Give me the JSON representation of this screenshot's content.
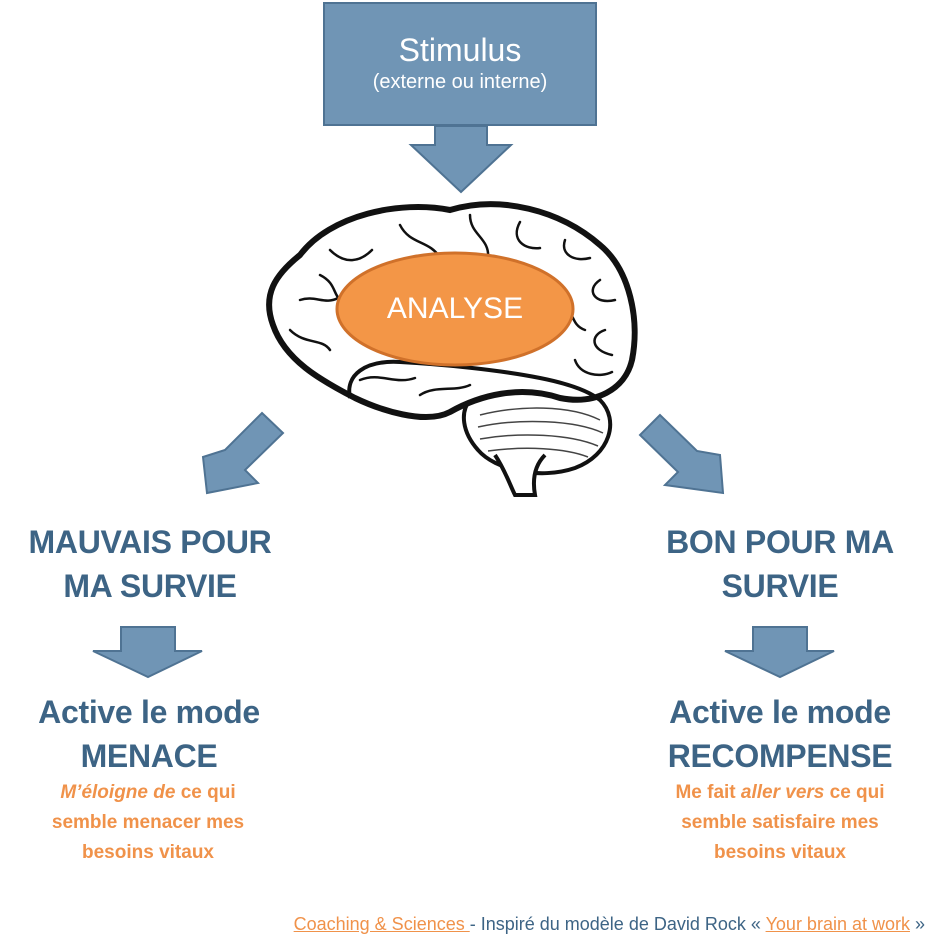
{
  "stimulus": {
    "title": "Stimulus",
    "subtitle": "(externe ou interne)"
  },
  "brain": {
    "label": "ANALYSE"
  },
  "left": {
    "heading_line1": "MAUVAIS POUR",
    "heading_line2": "MA SURVIE",
    "mode_line1": "Active le mode",
    "mode_line2": "MENACE",
    "desc_em": "M’éloigne de",
    "desc_rest1": " ce qui",
    "desc_line2": "semble menacer mes",
    "desc_line3": "besoins vitaux"
  },
  "right": {
    "heading_line1": "BON POUR MA",
    "heading_line2": "SURVIE",
    "mode_line1": "Active le mode",
    "mode_line2": "RECOMPENSE",
    "desc_pre": "Me fait ",
    "desc_em": "aller vers",
    "desc_rest1": " ce qui",
    "desc_line2": "semble satisfaire mes",
    "desc_line3": "besoins vitaux"
  },
  "footer": {
    "link1": "Coaching & Sciences ",
    "middle": " - Inspiré du modèle de David Rock « ",
    "link2": "Your brain at work",
    "end": " »"
  },
  "colors": {
    "arrow_fill": "#7095b5",
    "arrow_stroke": "#4f7393",
    "heading": "#3d6485",
    "accent": "#f0924a",
    "ellipse_fill": "#f39647",
    "ellipse_stroke": "#d0712a"
  }
}
